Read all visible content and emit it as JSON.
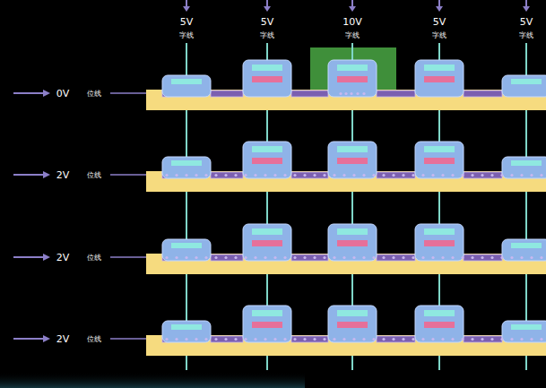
{
  "diagram": {
    "labels": [
      "5V",
      "字线",
      "5V",
      "字线",
      "10V",
      "字线",
      "5V",
      "字线",
      "5V",
      "字线",
      "0V",
      "位线",
      "2V",
      "位线",
      "2V",
      "位线",
      "2V",
      "位线"
    ]
  }
}
